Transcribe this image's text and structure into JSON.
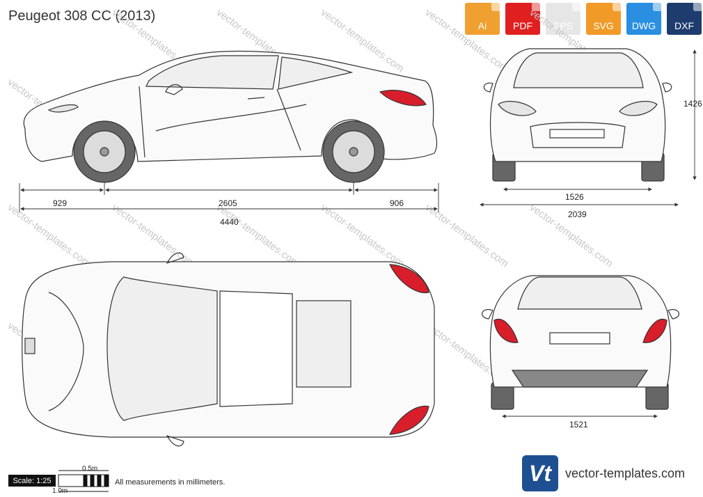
{
  "title": "Peugeot 308 CC (2013)",
  "formats": [
    {
      "label": "Ai",
      "color": "#f0a030"
    },
    {
      "label": "PDF",
      "color": "#e02020"
    },
    {
      "label": "EPS",
      "color": "#e6e6e6"
    },
    {
      "label": "SVG",
      "color": "#f09a28"
    },
    {
      "label": "DWG",
      "color": "#2a8fe0"
    },
    {
      "label": "DXF",
      "color": "#1e3c6e"
    }
  ],
  "dimensions": {
    "front_overhang": "929",
    "wheelbase": "2605",
    "rear_overhang": "906",
    "length": "4440",
    "height": "1426",
    "front_track": "1526",
    "width": "2039",
    "rear_track": "1521"
  },
  "watermark": "vector-templates.com",
  "scale": {
    "label": "Scale: 1:25",
    "half_m": "0.5m",
    "one_m": "1.0m"
  },
  "note": "All measurements in millimeters.",
  "brand": {
    "logo": "Vt",
    "name": "vector-templates.com"
  },
  "colors": {
    "taillight": "#d81e2a",
    "tyre": "#666666",
    "glass": "#efefef",
    "outline": "#333333"
  }
}
